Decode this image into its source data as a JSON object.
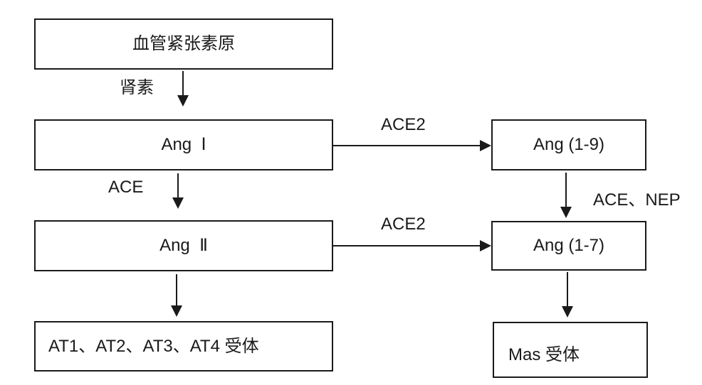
{
  "canvas": {
    "background": "#ffffff",
    "line_color": "#1a1a1a",
    "text_color": "#1a1a1a"
  },
  "nodes": {
    "angiotensinogen": {
      "label": "血管紧张素原"
    },
    "ang_i": {
      "label": "Ang  Ⅰ"
    },
    "ang_ii": {
      "label": "Ang  Ⅱ"
    },
    "ang_1_9": {
      "label": "Ang (1-9)"
    },
    "ang_1_7": {
      "label": "Ang (1-7)"
    },
    "at_receptors": {
      "label": "AT1、AT2、AT3、AT4 受体"
    },
    "mas_receptor": {
      "label": "Mas 受体"
    }
  },
  "edge_labels": {
    "renin": "肾素",
    "ace": "ACE",
    "ace2_upper": "ACE2",
    "ace2_lower": "ACE2",
    "ace_nep": "ACE、NEP"
  }
}
